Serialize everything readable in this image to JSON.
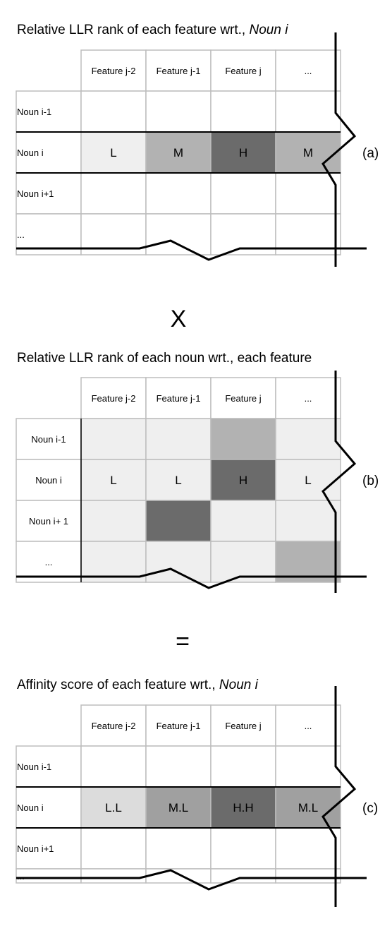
{
  "panels": [
    {
      "id": "a",
      "title_plain": "Relative LLR rank of each feature wrt., ",
      "title_italic": "Noun i",
      "columns": [
        "Feature j-2",
        "Feature j-1",
        "Feature j",
        "..."
      ],
      "rows": [
        "Noun i-1",
        "Noun i",
        "Noun i+1",
        "..."
      ],
      "row_label_align": "left",
      "marker": "(a)",
      "cells": [
        [
          "",
          "",
          "",
          ""
        ],
        [
          "L",
          "M",
          "H",
          "M"
        ],
        [
          "",
          "",
          "",
          ""
        ],
        [
          "",
          "",
          "",
          ""
        ]
      ],
      "shades": [
        [
          "white",
          "white",
          "white",
          "white"
        ],
        [
          "light",
          "mid",
          "dark",
          "mid"
        ],
        [
          "white",
          "white",
          "white",
          "white"
        ],
        [
          "white",
          "white",
          "white",
          "white"
        ]
      ]
    },
    {
      "id": "b",
      "title_plain": "Relative LLR rank of  each noun wrt., each feature",
      "title_italic": "",
      "columns": [
        "Feature j-2",
        "Feature j-1",
        "Feature j",
        "..."
      ],
      "rows": [
        "Noun i-1",
        "Noun i",
        "Noun i+ 1",
        "..."
      ],
      "row_label_align": "center",
      "marker": "(b)",
      "cells": [
        [
          "",
          "",
          "",
          ""
        ],
        [
          "L",
          "L",
          "H",
          "L"
        ],
        [
          "",
          "",
          "",
          ""
        ],
        [
          "",
          "",
          "",
          ""
        ]
      ],
      "shades": [
        [
          "light",
          "light",
          "mid",
          "light"
        ],
        [
          "light",
          "light",
          "dark",
          "light"
        ],
        [
          "light",
          "dark",
          "light",
          "light"
        ],
        [
          "light",
          "light",
          "light",
          "mid"
        ]
      ]
    },
    {
      "id": "c",
      "title_plain": "Affinity score  of each feature wrt., ",
      "title_italic": "Noun i",
      "columns": [
        "Feature j-2",
        "Feature j-1",
        "Feature j",
        "..."
      ],
      "rows": [
        "Noun i-1",
        "Noun i",
        "Noun i+1",
        "..."
      ],
      "row_label_align": "left",
      "marker": "(c)",
      "cells": [
        [
          "",
          "",
          "",
          ""
        ],
        [
          "L.L",
          "M.L",
          "H.H",
          "M.L"
        ],
        [
          "",
          "",
          "",
          ""
        ],
        [
          "",
          "",
          "",
          ""
        ]
      ],
      "shades": [
        [
          "white",
          "white",
          "white",
          "white"
        ],
        [
          "lighter",
          "midc",
          "dark",
          "midc"
        ],
        [
          "white",
          "white",
          "white",
          "white"
        ],
        [
          "white",
          "white",
          "white",
          "white"
        ]
      ]
    }
  ],
  "operators": [
    "X",
    "="
  ],
  "colors": {
    "white": "#ffffff",
    "light": "#efefef",
    "lighter": "#dcdcdc",
    "mid": "#b2b2b2",
    "midc": "#a0a0a0",
    "dark": "#6b6b6b",
    "grid": "#bdbdbd",
    "break_line": "#000000"
  }
}
